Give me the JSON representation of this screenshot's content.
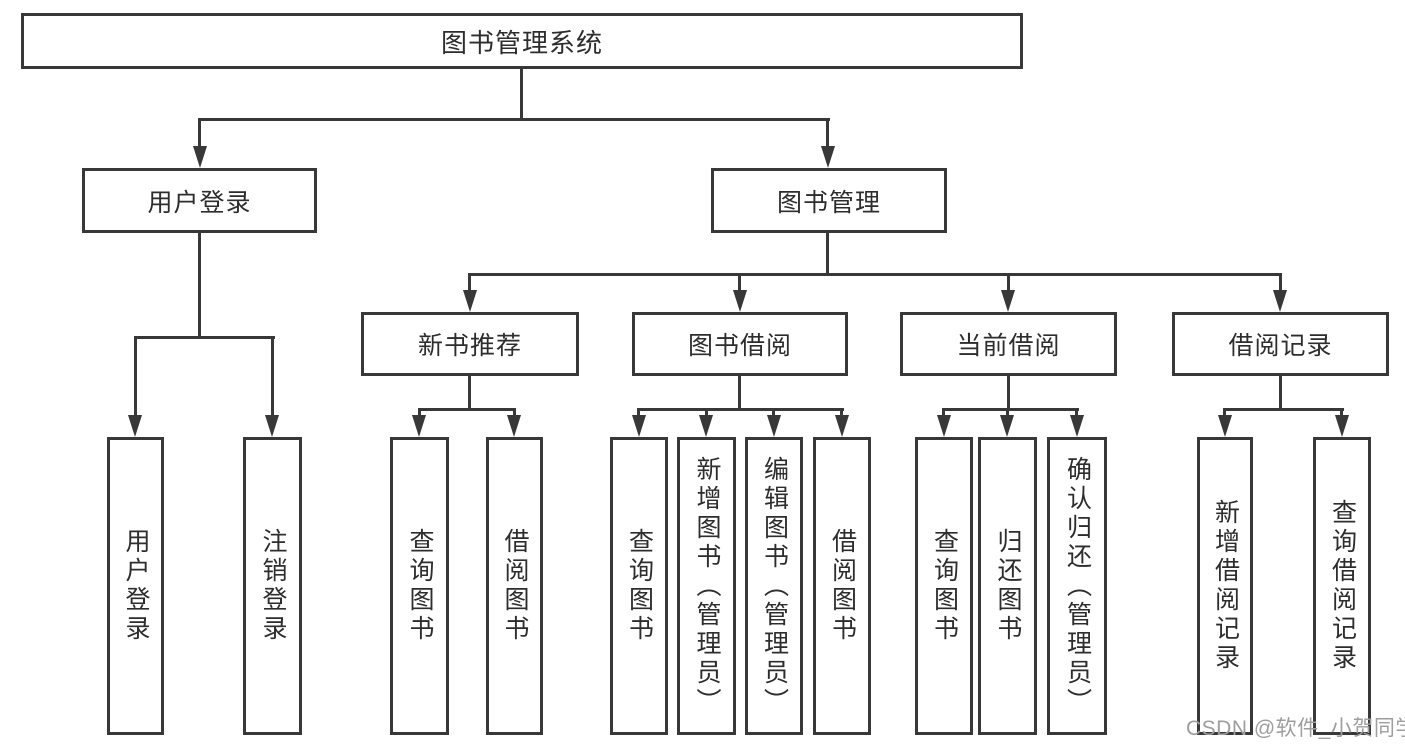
{
  "tree": {
    "root": {
      "label": "图书管理系统",
      "children": [
        {
          "label": "用户登录",
          "children": [
            {
              "label": "用户登录"
            },
            {
              "label": "注销登录"
            }
          ]
        },
        {
          "label": "图书管理",
          "children": [
            {
              "label": "新书推荐",
              "children": [
                {
                  "label": "查询图书"
                },
                {
                  "label": "借阅图书"
                }
              ]
            },
            {
              "label": "图书借阅",
              "children": [
                {
                  "label": "查询图书"
                },
                {
                  "label": "新增图书（管理员）"
                },
                {
                  "label": "编辑图书（管理员）"
                },
                {
                  "label": "借阅图书"
                }
              ]
            },
            {
              "label": "当前借阅",
              "children": [
                {
                  "label": "查询图书"
                },
                {
                  "label": "归还图书"
                },
                {
                  "label": "确认归还（管理员）"
                }
              ]
            },
            {
              "label": "借阅记录",
              "children": [
                {
                  "label": "新增借阅记录"
                },
                {
                  "label": "查询借阅记录"
                }
              ]
            }
          ]
        }
      ]
    }
  },
  "watermark": {
    "text": "CSDN @软件_小贺同学",
    "color": "#9e9e9e"
  },
  "colors": {
    "line": "#383838",
    "box_border": "#383838",
    "box_background": "#ffffff",
    "text": "#2d2d2d",
    "background": "#ffffff"
  }
}
